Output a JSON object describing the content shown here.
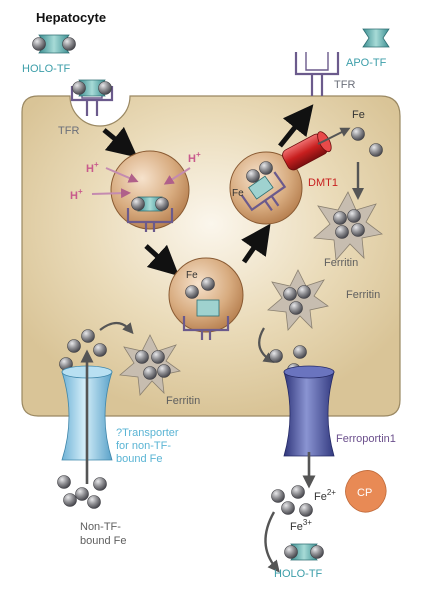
{
  "title": "Hepatocyte",
  "labels": {
    "holo_tf_top": "HOLO-TF",
    "apo_tf": "APO-TF",
    "tfr_left": "TFR",
    "tfr_right": "TFR",
    "h_plus": "H",
    "h_plus_sup": "+",
    "fe_endosome_1": "Fe",
    "fe_endosome_2": "Fe",
    "fe_exit": "Fe",
    "dmt1": "DMT1",
    "ferritin_1": "Ferritin",
    "ferritin_2": "Ferritin",
    "ferritin_3": "Ferritin",
    "transporter_line1": "?Transporter",
    "transporter_line2": "for non-TF-",
    "transporter_line3": "bound Fe",
    "ferroportin": "Ferroportin1",
    "non_tf_line1": "Non-TF-",
    "non_tf_line2": "bound Fe",
    "fe2": "Fe",
    "fe2_sup": "2+",
    "fe3": "Fe",
    "fe3_sup": "3+",
    "cp": "CP",
    "holo_tf_bottom": "HOLO-TF"
  },
  "colors": {
    "cell_fill": "#e2cfa5",
    "cell_stroke": "#8f7d55",
    "endosome_fill": "#c99a6a",
    "tf_teal": "#4a9ea0",
    "tf_light": "#9fd2cf",
    "tfr_purple": "#6b5a8c",
    "iron_gray": "#8f8f93",
    "ferritin_fill": "#c7bdb0",
    "dmt1_red": "#c8201f",
    "transporter_blue": "#8dc8e6",
    "ferroportin_blue": "#4f5aa0",
    "cp_orange": "#e88a55",
    "hplus_pink": "#c85a8c",
    "label_teal": "#3c9ea9",
    "label_purple": "#6b4f8c",
    "label_red": "#c8201f",
    "label_gray": "#5f5f5f"
  }
}
